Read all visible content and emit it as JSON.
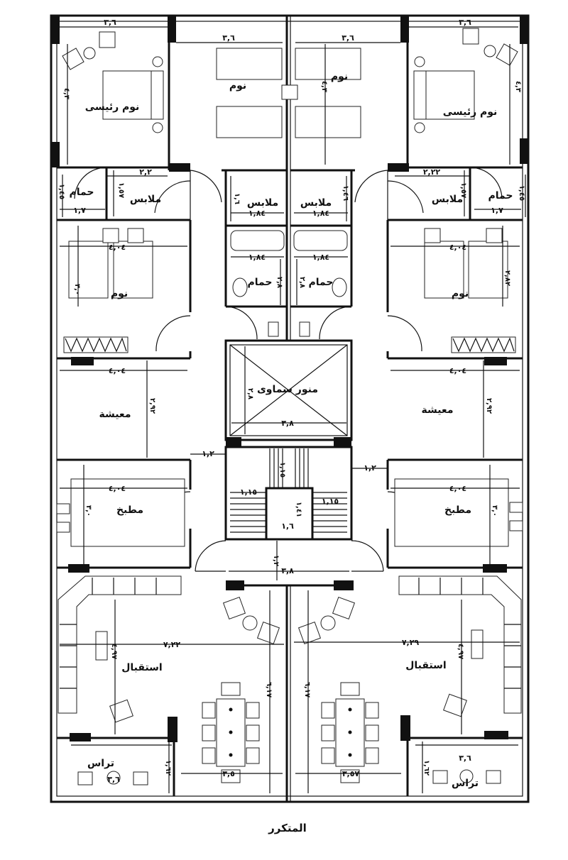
{
  "title": "المتكرر",
  "rooms": {
    "master_bedroom_left": "نوم رئيسى",
    "master_bedroom_right": "نوم رئيسى",
    "bedroom_top_left": "نوم",
    "bedroom_top_right": "نوم",
    "dressing_left": "ملابس",
    "dressing_center_left": "ملابس",
    "dressing_center_right": "ملابس",
    "dressing_right": "ملابس",
    "bath_left": "حمام",
    "bath_right": "حمام",
    "bath_center_left": "حمام",
    "bath_center_right": "حمام",
    "bedroom_mid_left": "نوم",
    "bedroom_mid_right": "نوم",
    "skylight": "منور سماوى",
    "living_left": "معيشة",
    "living_right": "معيشة",
    "kitchen_left": "مطبخ",
    "kitchen_right": "مطبخ",
    "reception_left": "استقبال",
    "reception_right": "استقبال",
    "terrace_left": "تراس",
    "terrace_right": "تراس"
  },
  "dimensions": {
    "d_top_l": "٣,٦",
    "d_top_cl": "٣,٦",
    "d_top_cr": "٣,٦",
    "d_top_r": "٣,٦",
    "d_master_h_l": "٤,٣",
    "d_master_h_r": "٤,٣",
    "d_bed_h_cl": "٤,٣",
    "d_dress_w_l": "٢,٢",
    "d_dress_w_r": "٢,٢٢",
    "d_dress_h_l": "١,٥٧",
    "d_dress_h_r": "١,٥٧",
    "d_bath_h_l": "١,٤٥",
    "d_bath_h_r": "١,٤٥",
    "d_bath_w_l": "١,٧",
    "d_bath_w_r": "١,٧",
    "d_dress_c_w1": "١,٨٤",
    "d_dress_c_w2": "١,٨٤",
    "d_dress_c_h1": "١,٦",
    "d_dress_c_h2": "١,٤٦",
    "d_bath_c_w1": "١,٨٤",
    "d_bath_c_w2": "١,٨٤",
    "d_bath_c_h1": "٢,٨",
    "d_bath_c_h2": "٢,٨",
    "d_bed_w_l": "٤,٠٤",
    "d_bed_w_r": "٤,٠٤",
    "d_bed_h_l": "٣,٠",
    "d_bed_h_r": "٢,٨٢",
    "d_living_w_l": "٤,٠٤",
    "d_living_w_r": "٤,٠٤",
    "d_living_h_l": "٢,٩٢",
    "d_living_h_r": "٢,٩٢",
    "d_sky_w": "٣,٨",
    "d_sky_h": "٢,٨",
    "d_corr_l": "١,٢",
    "d_corr_r": "١,٢",
    "d_kit_w_l": "٤,٠٤",
    "d_kit_w_r": "٤,٠٤",
    "d_kit_h_l": "٣,٠",
    "d_kit_h_r": "٣,٠",
    "d_stair_1": "١,١٥",
    "d_stair_2": "١,١٥",
    "d_stair_3": "١,١٥",
    "d_stair_4": "١,٤١",
    "d_stair_5": "١,٦",
    "d_lobby_h": "١,٢",
    "d_lobby_w": "٣,٨",
    "d_rec_w_l": "٧,٢٢",
    "d_rec_w_r": "٧,٢٩",
    "d_rec_h_l": "٤,٩٧",
    "d_rec_h_r": "٤,٩٧",
    "d_dining_h_l": "٦,١٧",
    "d_dining_h_r": "٦,١٧",
    "d_dining_w_l": "٣,٥",
    "d_dining_w_r": "٣,٥٧",
    "d_terrace_w_l": "٣,٦",
    "d_terrace_w_r": "٣,٦",
    "d_terrace_h_l": "١,٦٢",
    "d_terrace_h_r": "١,٦٢"
  }
}
